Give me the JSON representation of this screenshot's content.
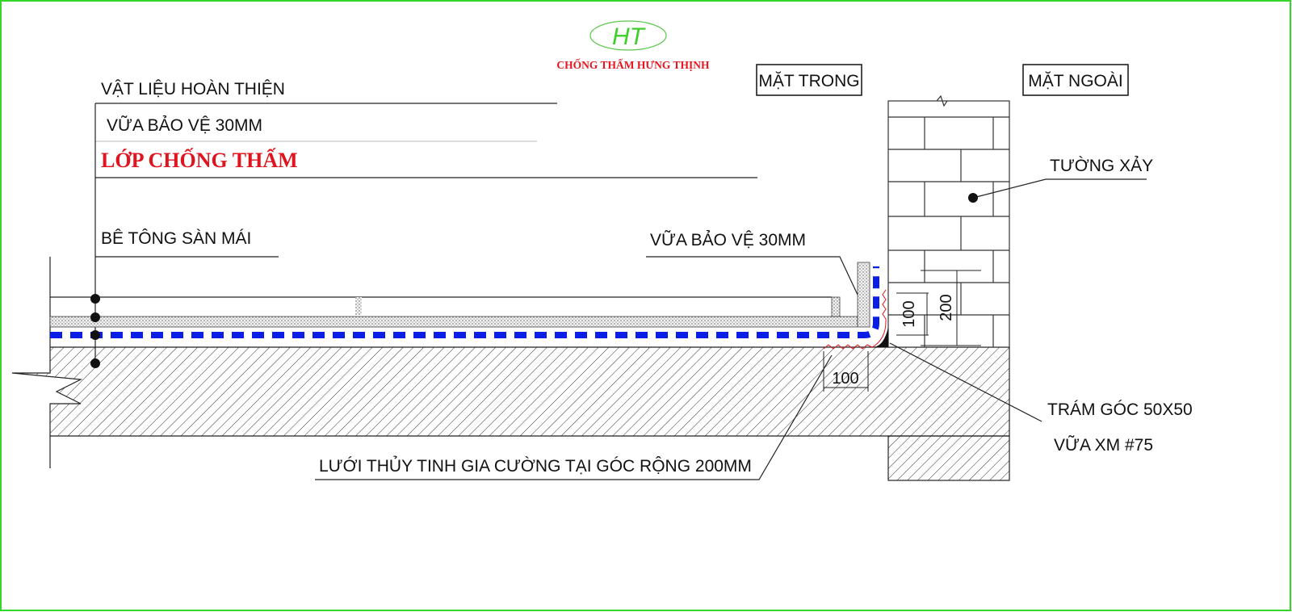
{
  "logo": {
    "initials": "HT",
    "company": "CHỐNG THẤM HƯNG THỊNH"
  },
  "side_labels": {
    "inside": "MẶT TRONG",
    "outside": "MẶT NGOÀI"
  },
  "layers": {
    "finish": "VẬT LIỆU HOÀN THIỆN",
    "mortar": "VỮA BẢO VỆ 30MM",
    "waterproof": "LỚP CHỐNG THẤM",
    "slab": "BÊ TÔNG SÀN MÁI"
  },
  "annotations": {
    "wall_mortar": "VỮA BẢO VỆ 30MM",
    "wall": "TƯỜNG XẢY",
    "corner_fill": "TRÁM GÓC 50X50",
    "corner_mortar": "VỮA XM #75",
    "mesh": "LƯỚI THỦY TINH GIA CƯỜNG TẠI GÓC RỘNG 200MM"
  },
  "dimensions": {
    "horizontal": "100",
    "vertical_small": "100",
    "vertical_large": "200"
  },
  "colors": {
    "frame": "#35d62a",
    "waterproof": "#0a1ee6",
    "accent_red": "#e0141e",
    "mesh": "#e0141e"
  }
}
